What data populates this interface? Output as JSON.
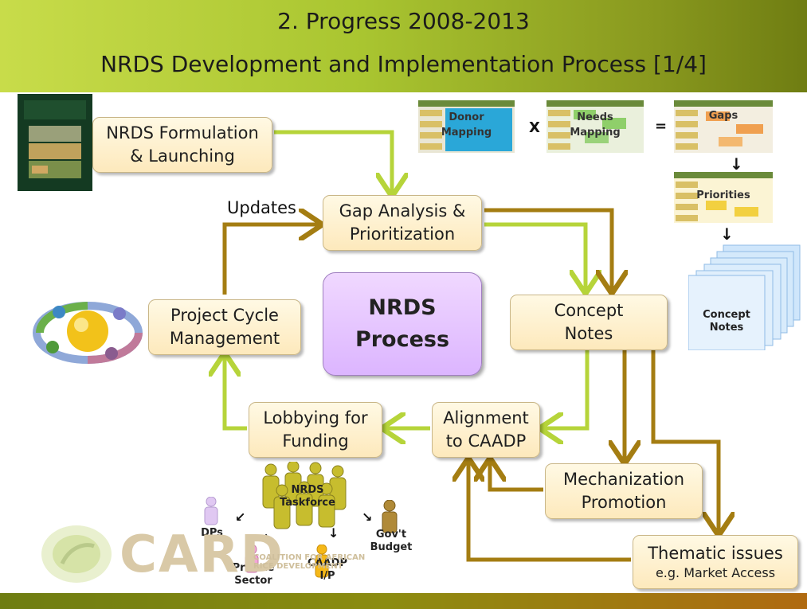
{
  "title": {
    "line1": "2. Progress 2008-2013",
    "line2": "NRDS Development and Implementation Process [1/4]"
  },
  "boxes": {
    "formulation": "NRDS Formulation\n& Launching",
    "gap_analysis": "Gap Analysis &\nPrioritization",
    "concept_notes": "Concept\nNotes",
    "project_cycle": "Project Cycle\nManagement",
    "lobbying": "Lobbying for\nFunding",
    "alignment": "Alignment\nto CAADP",
    "mechanization": "Mechanization\nPromotion",
    "thematic": "Thematic issues",
    "thematic_sub": "e.g. Market Access"
  },
  "center": "NRDS\nProcess",
  "updates_label": "Updates",
  "mapping": {
    "donor": "Donor\nMapping",
    "operator_x": "X",
    "needs": "Needs\nMapping",
    "operator_eq": "=",
    "gaps": "Gaps",
    "priorities": "Priorities",
    "concept_notes": "Concept\nNotes",
    "arrow": "↓"
  },
  "taskforce": {
    "name": "NRDS\nTaskforce",
    "dps": "DPs",
    "private": "Private\nSector",
    "caadp": "CAADP\nI/P",
    "govt": "Gov't\nBudget",
    "arrow_left": "↙",
    "arrow_down": "↓",
    "arrow_right": "↘"
  },
  "logo": {
    "text": "CARD",
    "sub": "COALITION FOR AFRICAN\nRICE DEVELOPMENT"
  },
  "colors": {
    "light_arrow": "#b6d43a",
    "dark_arrow": "#a47d12",
    "box_border": "#c9b687"
  }
}
